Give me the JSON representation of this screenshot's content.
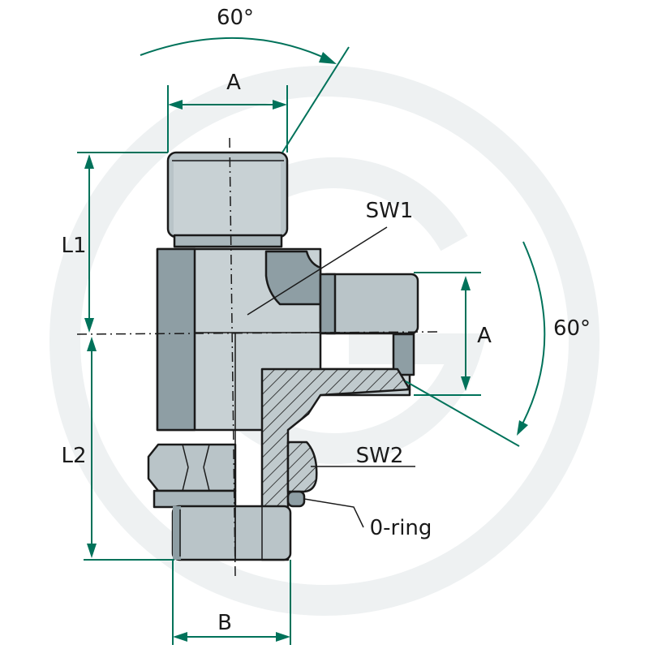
{
  "labels": {
    "angle_top": "60°",
    "angle_right": "60°",
    "dim_a_top": "A",
    "dim_a_right": "A",
    "dim_l1": "L1",
    "dim_l2": "L2",
    "dim_b": "B",
    "sw1": "SW1",
    "sw2": "SW2",
    "o_ring": "0-ring"
  },
  "colors": {
    "dimension": "#00725a",
    "body_mid": "#b9c4c8",
    "body_light": "#d3dbde",
    "body_dark": "#8e9ea4",
    "outline": "#1a1a1a",
    "watermark": "#eef1f2"
  }
}
